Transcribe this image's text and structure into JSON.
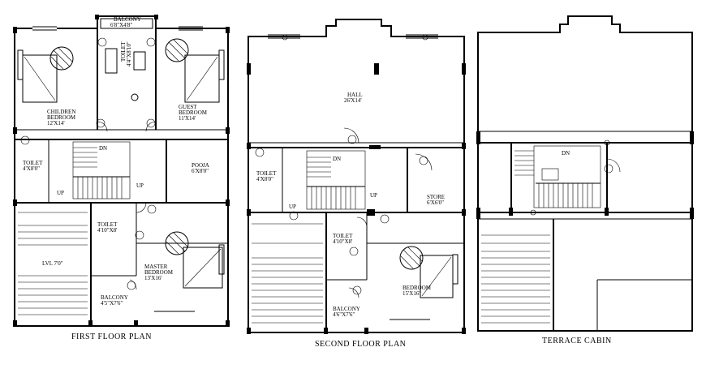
{
  "plans": {
    "first": {
      "caption": "FIRST FLOOR PLAN",
      "balcony_top": "BALCONY",
      "balcony_top_size": "6'8\"X4'8\"",
      "children": "CHILDREN",
      "children_bed": "BEDROOM",
      "children_size": "12'X14'",
      "toilet_mid": "TOILET",
      "toilet_mid_size": "4'4\"X8'10\"",
      "guest": "GUEST",
      "guest_bed": "BEDROOM",
      "guest_size": "11'X14'",
      "toilet_left": "TOILET",
      "toilet_left_size": "4'X8'0\"",
      "dn": "DN",
      "up": "UP",
      "up2": "UP",
      "pooja": "POOJA",
      "pooja_size": "6'X8'0\"",
      "toilet_low": "TOILET",
      "toilet_low_size": "4'10\"X8'",
      "lvl": "LVL 7'0\"",
      "master": "MASTER",
      "master_bed": "BEDROOM",
      "master_size": "13'X16'",
      "balcony_low": "BALCONY",
      "balcony_low_size": "4'5\"X7'6\""
    },
    "second": {
      "caption": "SECOND FLOOR PLAN",
      "hall": "HALL",
      "hall_size": "26'X14'",
      "toilet": "TOILET",
      "toilet_size": "4'X8'0\"",
      "dn": "DN",
      "up": "UP",
      "up2": "UP",
      "store": "STORE",
      "store_size": "6'X6'0\"",
      "toilet2": "TOILET",
      "toilet2_size": "4'10\"X8'",
      "bedroom": "BEDROOM",
      "bedroom_size": "15'X16'",
      "balcony": "BALCONY",
      "balcony_size": "4'6\"X7'6\""
    },
    "terrace": {
      "caption": "TERRACE CABIN",
      "dn": "DN"
    }
  }
}
